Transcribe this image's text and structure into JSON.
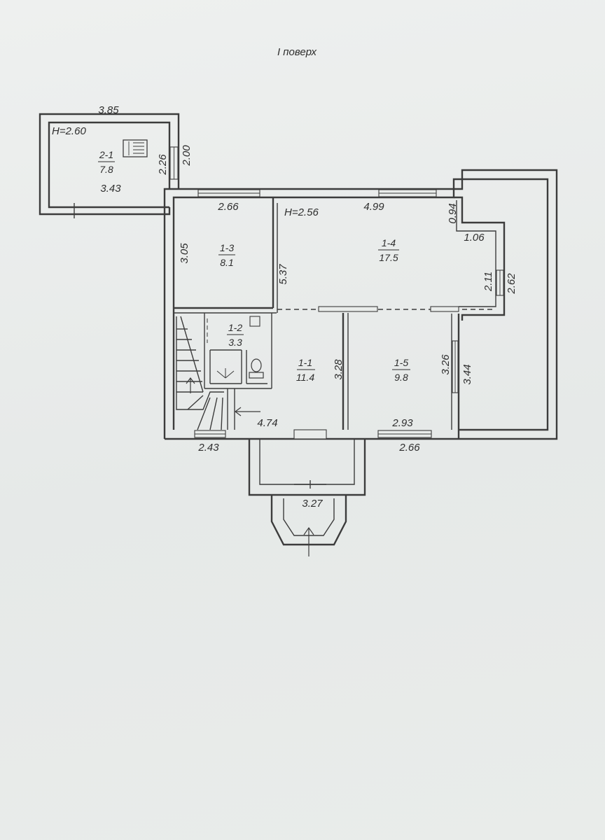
{
  "title": "I поверх",
  "heights": {
    "annex": "H=2.60",
    "main": "H=2.56"
  },
  "rooms": [
    {
      "id": "2-1",
      "area": "7.8"
    },
    {
      "id": "1-3",
      "area": "8.1"
    },
    {
      "id": "1-4",
      "area": "17.5"
    },
    {
      "id": "1-2",
      "area": "3.3"
    },
    {
      "id": "1-1",
      "area": "11.4"
    },
    {
      "id": "1-5",
      "area": "9.8"
    }
  ],
  "dimensions": {
    "annex_top": "3.85",
    "annex_inner_height": "2.26",
    "annex_right_wall": "2.00",
    "annex_bottom": "3.43",
    "room13_width": "2.66",
    "room13_height": "3.05",
    "room14_width": "4.99",
    "room14_notch_height": "0.94",
    "room14_notch_width": "1.06",
    "room14_right_height": "2.11",
    "outer_right_height": "2.62",
    "corridor_height": "5.37",
    "room11_height": "3.28",
    "room15_height": "3.26",
    "outer_lower_height": "3.44",
    "room11_width": "4.74",
    "room15_width": "2.93",
    "front_left": "2.43",
    "front_right": "2.66",
    "porch_width": "3.27"
  }
}
